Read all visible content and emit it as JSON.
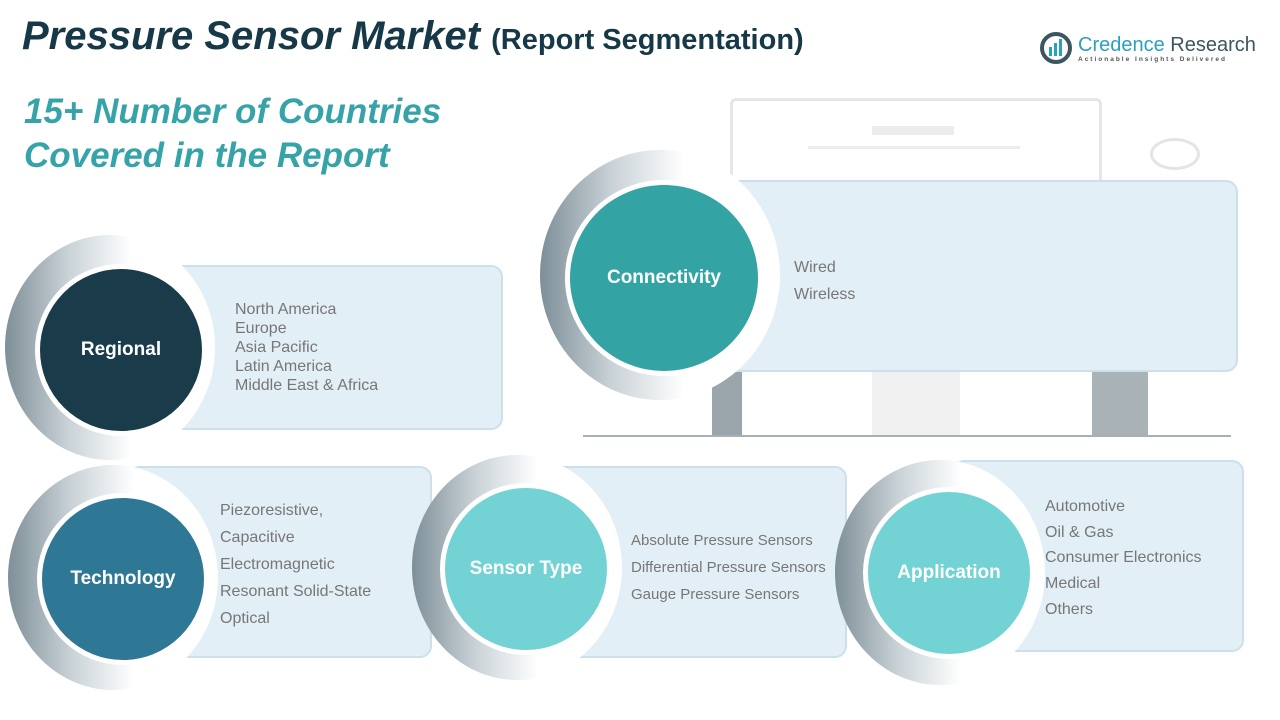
{
  "header": {
    "title": "Pressure Sensor Market",
    "title_suffix": "(Report Segmentation)",
    "countries_line1": "15+ Number of Countries",
    "countries_line2": "Covered in the Report"
  },
  "logo": {
    "name_part1": "Credence",
    "name_part2": "Research",
    "tagline": "Actionable Insights Delivered"
  },
  "colors": {
    "regional": "#1a3c4a",
    "connectivity": "#33a3a3",
    "technology": "#2e7795",
    "sensor_type": "#72d2d4",
    "application": "#72d2d4",
    "box": "#e2eff6"
  },
  "segments": {
    "regional": {
      "label": "Regional",
      "items": [
        "North America",
        "Europe",
        "Asia Pacific",
        "Latin America",
        "Middle East & Africa"
      ]
    },
    "connectivity": {
      "label": "Connectivity",
      "items": [
        "Wired",
        "Wireless"
      ]
    },
    "technology": {
      "label": "Technology",
      "items": [
        "Piezoresistive,",
        "Capacitive",
        "Electromagnetic",
        "Resonant Solid-State",
        "Optical"
      ]
    },
    "sensor_type": {
      "label": "Sensor Type",
      "items": [
        "Absolute Pressure Sensors",
        "Differential Pressure Sensors",
        "Gauge Pressure Sensors"
      ]
    },
    "application": {
      "label": "Application",
      "items": [
        "Automotive",
        "Oil & Gas",
        "Consumer Electronics",
        "Medical",
        "Others"
      ]
    }
  }
}
